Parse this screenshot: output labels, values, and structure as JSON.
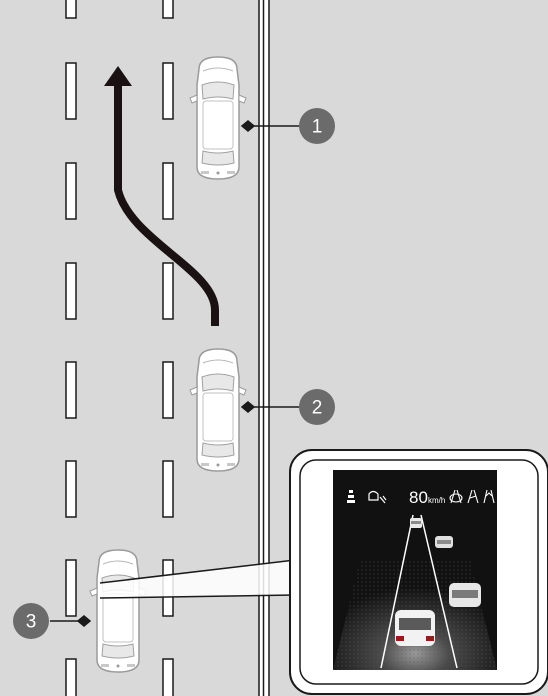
{
  "scene": {
    "background_color": "#d9d9d9",
    "dash_color": "#ffffff",
    "outline_color": "#1a1a1a",
    "path_color": "#1a1212"
  },
  "callouts": [
    {
      "label": "1",
      "refers_to": "car-ahead-same-lane"
    },
    {
      "label": "2",
      "refers_to": "own-car-lane-change"
    },
    {
      "label": "3",
      "refers_to": "own-car-display"
    }
  ],
  "display": {
    "speed_value": "80",
    "speed_unit": "km/h",
    "screen_color": "#111111",
    "icons": [
      "lane-keep-icon",
      "driver-assist-icon",
      "lane-departure-left-icon",
      "acc-car-icon",
      "lane-departure-icon",
      "lane-center-icon"
    ]
  }
}
